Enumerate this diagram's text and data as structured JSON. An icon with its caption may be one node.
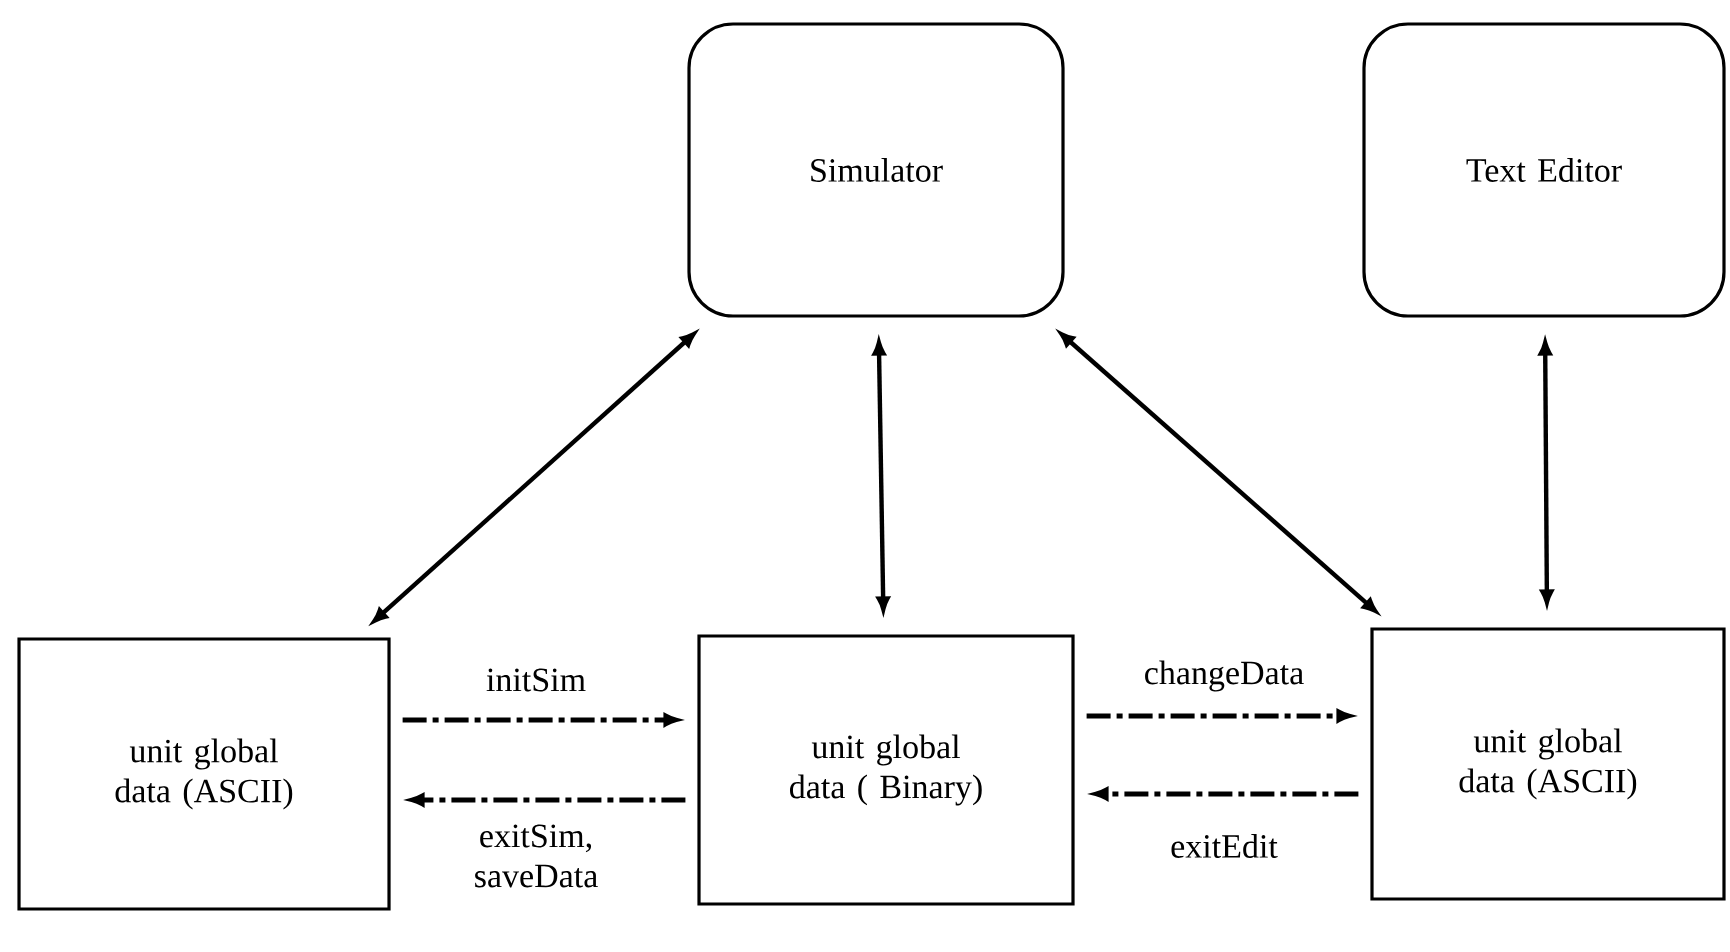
{
  "diagram": {
    "nodes": [
      {
        "text": [
          "Simulator"
        ]
      },
      {
        "text": [
          "Text Editor"
        ]
      },
      {
        "text": [
          "unit global data (ASCII)"
        ]
      },
      {
        "text": [
          "unit global data ( Binary)"
        ]
      },
      {
        "text": [
          "unit global data (ASCII)"
        ]
      }
    ],
    "edges": [
      {
        "from": 0,
        "to": 2,
        "arrow": "both"
      },
      {
        "from": 0,
        "to": 3,
        "arrow": "both"
      },
      {
        "from": 0,
        "to": 4,
        "arrow": "both"
      },
      {
        "from": 1,
        "to": 4,
        "arrow": "both"
      },
      {
        "from": 2,
        "to": 3,
        "arrow": "to",
        "label": "initSim",
        "style": "dashed"
      },
      {
        "from": 3,
        "to": 2,
        "arrow": "to",
        "label": "exitSim, saveData",
        "style": "dashed"
      },
      {
        "from": 3,
        "to": 4,
        "arrow": "to",
        "label": "changeData",
        "style": "dashed"
      },
      {
        "from": 4,
        "to": 3,
        "arrow": "to",
        "label": "exitEdit",
        "style": "dashed"
      }
    ]
  }
}
